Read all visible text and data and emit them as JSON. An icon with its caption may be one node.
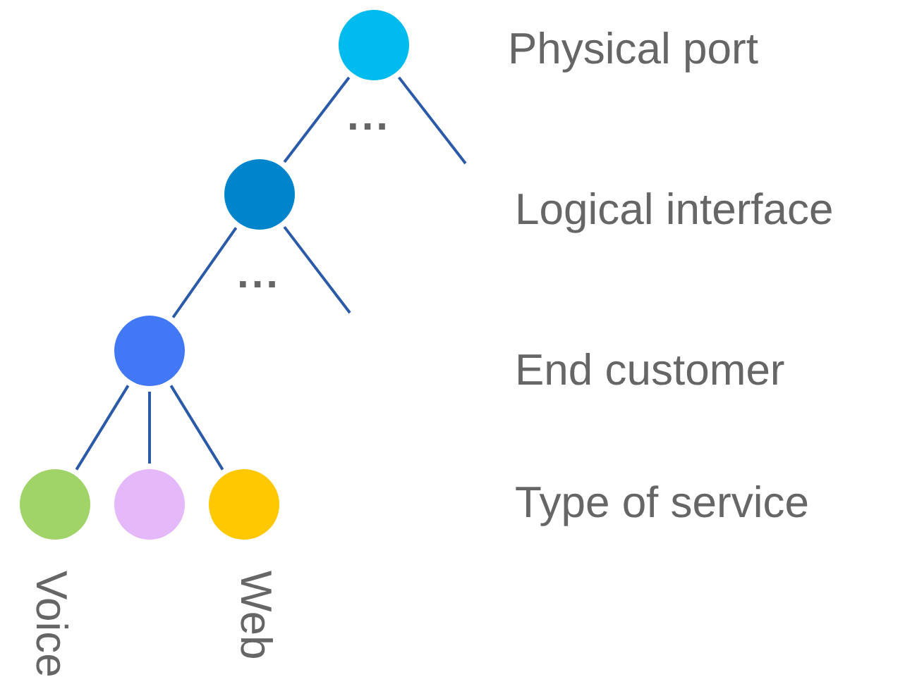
{
  "diagram": {
    "nodes": [
      {
        "text": [],
        "shape": "circle"
      },
      {
        "text": [],
        "shape": "circle"
      },
      {
        "text": [],
        "shape": "circle"
      },
      {
        "text": [],
        "shape": "circle",
        "beside": [
          "Voice"
        ]
      },
      {
        "text": [],
        "shape": "circle"
      },
      {
        "text": [],
        "shape": "circle",
        "beside": [
          "Web"
        ]
      }
    ],
    "edges": [
      {
        "from": 0,
        "to": 1,
        "arrow": "none"
      },
      {
        "from": 0,
        "to": null,
        "arrow": "none"
      },
      {
        "from": 1,
        "to": 2,
        "arrow": "none"
      },
      {
        "from": 1,
        "to": null,
        "arrow": "none"
      },
      {
        "from": 2,
        "to": 3,
        "arrow": "none"
      },
      {
        "from": 2,
        "to": 4,
        "arrow": "none"
      },
      {
        "from": 2,
        "to": 5,
        "arrow": "none"
      }
    ],
    "labels": [
      "Physical port",
      "...",
      "Logical interface",
      "...",
      "End customer",
      "Type of service"
    ]
  }
}
